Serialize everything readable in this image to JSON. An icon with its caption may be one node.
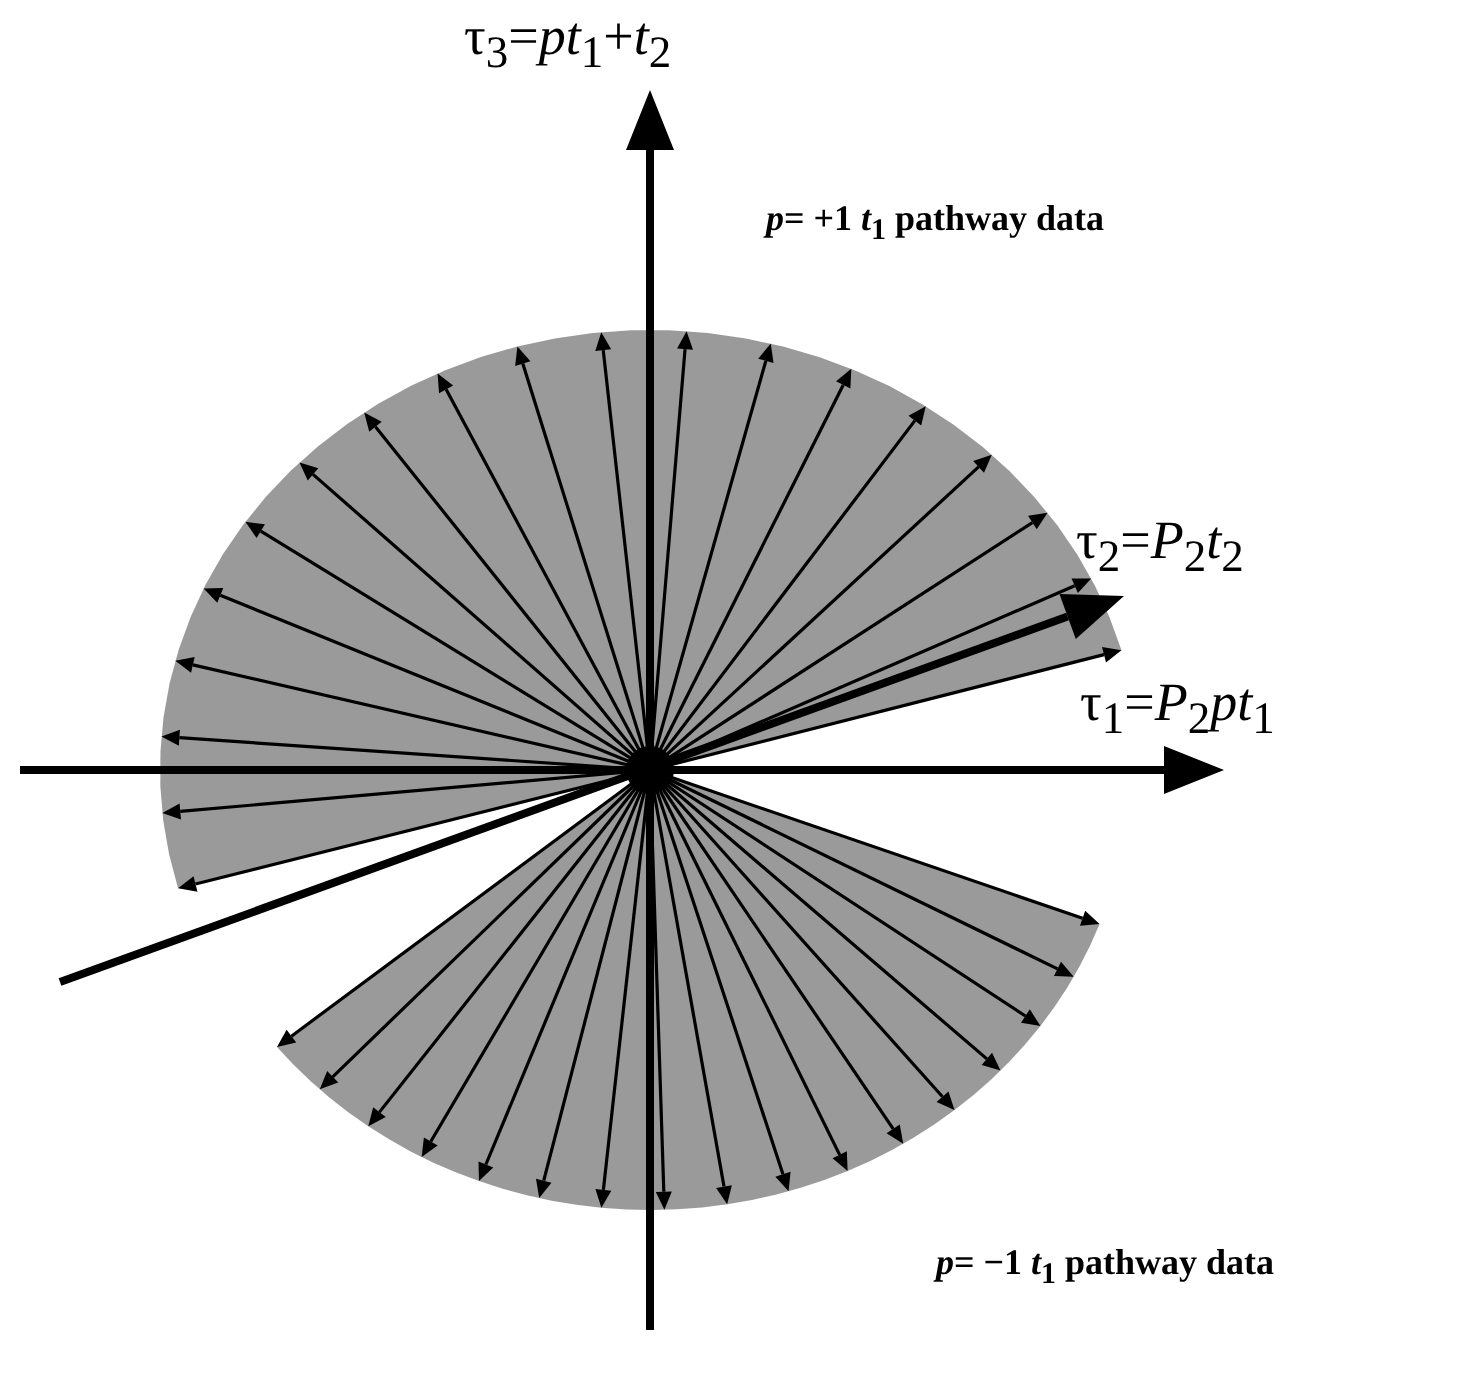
{
  "diagram": {
    "labels": [
      "τ$_{3}$=*pt*$_{1}$+*t*$_{2}$",
      "*p*= +1 *t*$_{1}$ pathway data",
      "τ$_{2}$=*P*$_{2}$*t*$_{2}$",
      "τ$_{1}$=*P*$_{2}$*pt*$_{1}$",
      "*p*= −1 *t*$_{1}$ pathway data"
    ]
  }
}
